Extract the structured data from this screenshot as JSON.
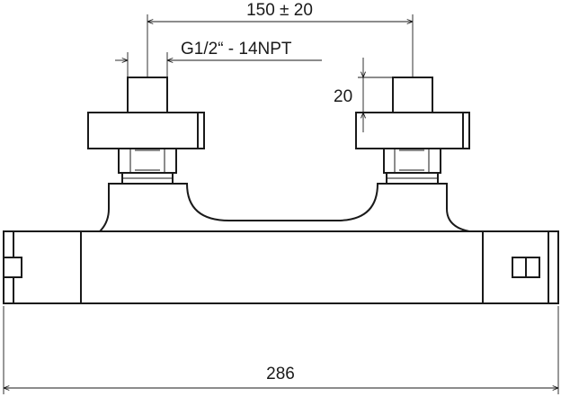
{
  "dimensions": {
    "spacing": "150 ± 20",
    "thread": "G1/2“ - 14NPT",
    "inlet_height": "20",
    "overall_width": "286"
  }
}
